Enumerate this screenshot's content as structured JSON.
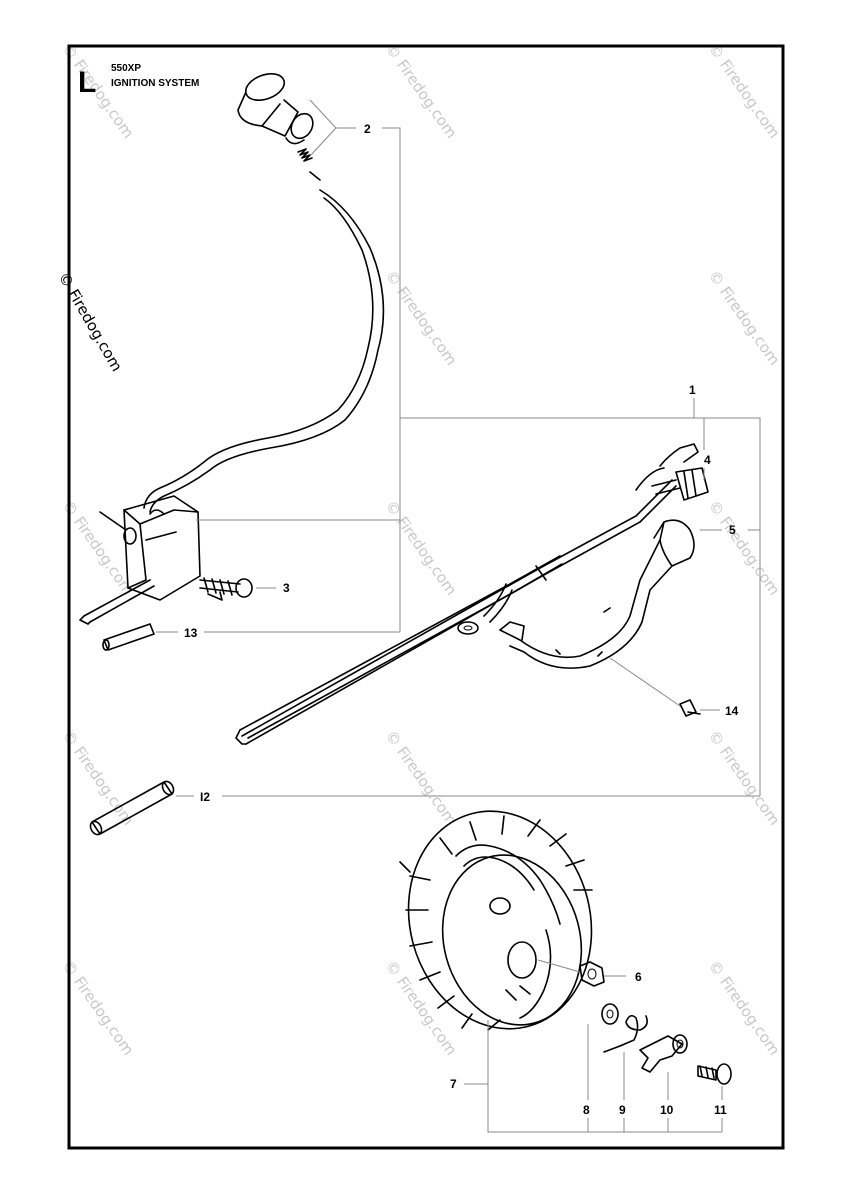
{
  "header": {
    "section_letter": "L",
    "model": "550XP",
    "title": "IGNITION SYSTEM"
  },
  "watermark": {
    "text": "© Firedog.com"
  },
  "callouts": {
    "c1": "1",
    "c2": "2",
    "c3": "3",
    "c4": "4",
    "c5": "5",
    "c6": "6",
    "c7": "7",
    "c8": "8",
    "c9": "9",
    "c10": "10",
    "c11": "11",
    "c12": "I2",
    "c13": "13",
    "c14": "14"
  }
}
